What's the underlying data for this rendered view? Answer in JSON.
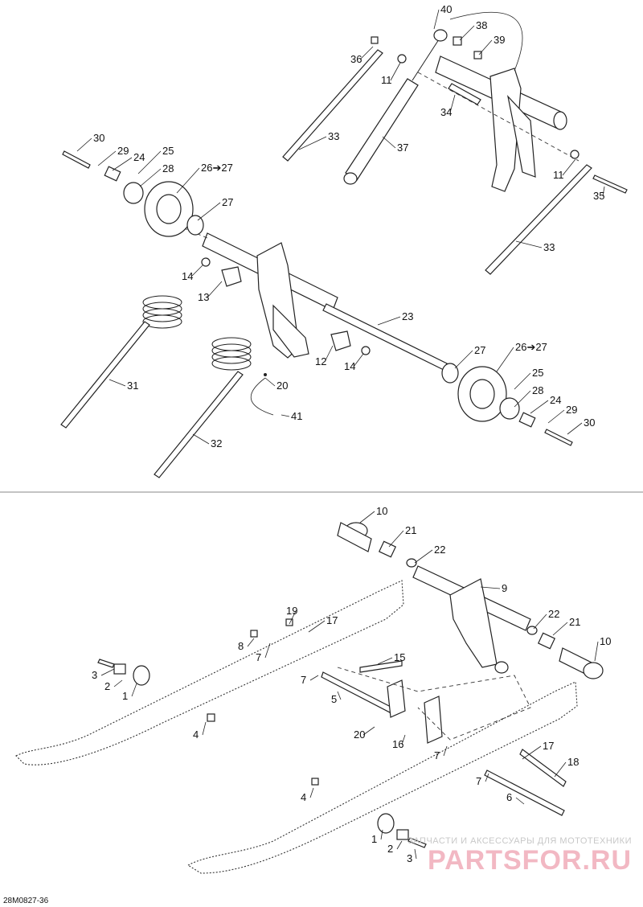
{
  "diagram": {
    "drawing_code": "28M0827-36",
    "watermark_sub": "ЗАПЧАСТИ И АКСЕССУАРЫ ДЛЯ МОТОТЕХНИКИ",
    "watermark_main": "PARTSFOR.RU",
    "top_labels": [
      "40",
      "38",
      "39",
      "36",
      "11",
      "34",
      "33",
      "37",
      "11",
      "35",
      "33",
      "30",
      "29",
      "24",
      "25",
      "28",
      "26➔27",
      "27",
      "14",
      "13",
      "12",
      "14",
      "23",
      "27",
      "26➔27",
      "25",
      "28",
      "24",
      "29",
      "30",
      "31",
      "32",
      "20",
      "41"
    ],
    "bottom_labels": [
      "10",
      "21",
      "22",
      "9",
      "22",
      "21",
      "10",
      "19",
      "17",
      "8",
      "7",
      "15",
      "3",
      "2",
      "1",
      "7",
      "5",
      "4",
      "20",
      "16",
      "7",
      "17",
      "18",
      "7",
      "6",
      "4",
      "1",
      "2",
      "3"
    ]
  }
}
